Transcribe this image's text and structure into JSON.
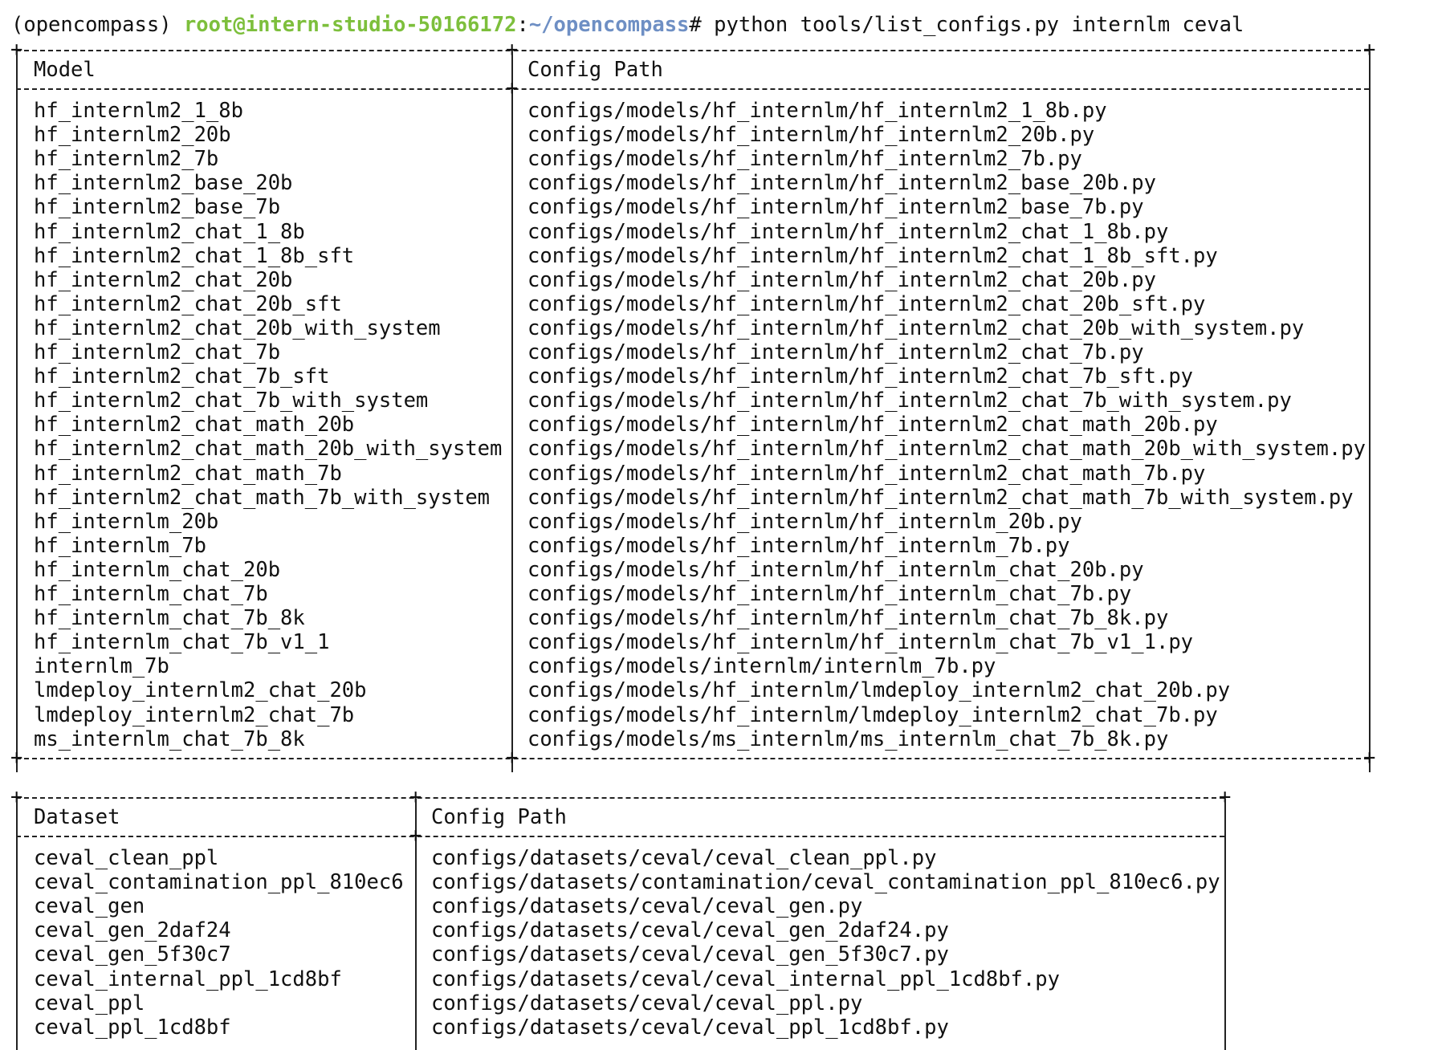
{
  "prompt": {
    "env": "(opencompass)",
    "user_host": "root@intern-studio-50166172",
    "colon": ":",
    "path": "~/opencompass",
    "symbol": "#",
    "command": "python tools/list_configs.py internlm ceval"
  },
  "models_table": {
    "headers": [
      "Model",
      "Config Path"
    ],
    "rows": [
      [
        "hf_internlm2_1_8b",
        "configs/models/hf_internlm/hf_internlm2_1_8b.py"
      ],
      [
        "hf_internlm2_20b",
        "configs/models/hf_internlm/hf_internlm2_20b.py"
      ],
      [
        "hf_internlm2_7b",
        "configs/models/hf_internlm/hf_internlm2_7b.py"
      ],
      [
        "hf_internlm2_base_20b",
        "configs/models/hf_internlm/hf_internlm2_base_20b.py"
      ],
      [
        "hf_internlm2_base_7b",
        "configs/models/hf_internlm/hf_internlm2_base_7b.py"
      ],
      [
        "hf_internlm2_chat_1_8b",
        "configs/models/hf_internlm/hf_internlm2_chat_1_8b.py"
      ],
      [
        "hf_internlm2_chat_1_8b_sft",
        "configs/models/hf_internlm/hf_internlm2_chat_1_8b_sft.py"
      ],
      [
        "hf_internlm2_chat_20b",
        "configs/models/hf_internlm/hf_internlm2_chat_20b.py"
      ],
      [
        "hf_internlm2_chat_20b_sft",
        "configs/models/hf_internlm/hf_internlm2_chat_20b_sft.py"
      ],
      [
        "hf_internlm2_chat_20b_with_system",
        "configs/models/hf_internlm/hf_internlm2_chat_20b_with_system.py"
      ],
      [
        "hf_internlm2_chat_7b",
        "configs/models/hf_internlm/hf_internlm2_chat_7b.py"
      ],
      [
        "hf_internlm2_chat_7b_sft",
        "configs/models/hf_internlm/hf_internlm2_chat_7b_sft.py"
      ],
      [
        "hf_internlm2_chat_7b_with_system",
        "configs/models/hf_internlm/hf_internlm2_chat_7b_with_system.py"
      ],
      [
        "hf_internlm2_chat_math_20b",
        "configs/models/hf_internlm/hf_internlm2_chat_math_20b.py"
      ],
      [
        "hf_internlm2_chat_math_20b_with_system",
        "configs/models/hf_internlm/hf_internlm2_chat_math_20b_with_system.py"
      ],
      [
        "hf_internlm2_chat_math_7b",
        "configs/models/hf_internlm/hf_internlm2_chat_math_7b.py"
      ],
      [
        "hf_internlm2_chat_math_7b_with_system",
        "configs/models/hf_internlm/hf_internlm2_chat_math_7b_with_system.py"
      ],
      [
        "hf_internlm_20b",
        "configs/models/hf_internlm/hf_internlm_20b.py"
      ],
      [
        "hf_internlm_7b",
        "configs/models/hf_internlm/hf_internlm_7b.py"
      ],
      [
        "hf_internlm_chat_20b",
        "configs/models/hf_internlm/hf_internlm_chat_20b.py"
      ],
      [
        "hf_internlm_chat_7b",
        "configs/models/hf_internlm/hf_internlm_chat_7b.py"
      ],
      [
        "hf_internlm_chat_7b_8k",
        "configs/models/hf_internlm/hf_internlm_chat_7b_8k.py"
      ],
      [
        "hf_internlm_chat_7b_v1_1",
        "configs/models/hf_internlm/hf_internlm_chat_7b_v1_1.py"
      ],
      [
        "internlm_7b",
        "configs/models/internlm/internlm_7b.py"
      ],
      [
        "lmdeploy_internlm2_chat_20b",
        "configs/models/hf_internlm/lmdeploy_internlm2_chat_20b.py"
      ],
      [
        "lmdeploy_internlm2_chat_7b",
        "configs/models/hf_internlm/lmdeploy_internlm2_chat_7b.py"
      ],
      [
        "ms_internlm_chat_7b_8k",
        "configs/models/ms_internlm/ms_internlm_chat_7b_8k.py"
      ]
    ]
  },
  "datasets_table": {
    "headers": [
      "Dataset",
      "Config Path"
    ],
    "rows": [
      [
        "ceval_clean_ppl",
        "configs/datasets/ceval/ceval_clean_ppl.py"
      ],
      [
        "ceval_contamination_ppl_810ec6",
        "configs/datasets/contamination/ceval_contamination_ppl_810ec6.py"
      ],
      [
        "ceval_gen",
        "configs/datasets/ceval/ceval_gen.py"
      ],
      [
        "ceval_gen_2daf24",
        "configs/datasets/ceval/ceval_gen_2daf24.py"
      ],
      [
        "ceval_gen_5f30c7",
        "configs/datasets/ceval/ceval_gen_5f30c7.py"
      ],
      [
        "ceval_internal_ppl_1cd8bf",
        "configs/datasets/ceval/ceval_internal_ppl_1cd8bf.py"
      ],
      [
        "ceval_ppl",
        "configs/datasets/ceval/ceval_ppl.py"
      ],
      [
        "ceval_ppl_1cd8bf",
        "configs/datasets/ceval/ceval_ppl_1cd8bf.py"
      ]
    ]
  }
}
